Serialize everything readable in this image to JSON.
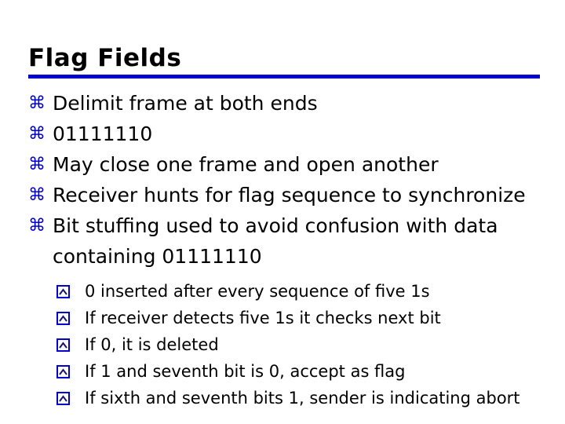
{
  "slide": {
    "title": "Flag Fields",
    "accent_color": "#0000cc",
    "text_color": "#000000",
    "background_color": "#ffffff",
    "bullet_level1_icon": "command-glyph-bullet",
    "bullet_level1_char": "⌘",
    "bullet_level2_icon": "boxed-caret-bullet",
    "bullets": [
      {
        "text": "Delimit frame at both ends"
      },
      {
        "text": "01111110"
      },
      {
        "text": "May close one frame and open another"
      },
      {
        "text": "Receiver hunts for flag sequence to synchronize"
      },
      {
        "text": "Bit stuffing used to avoid confusion with data containing 01111110"
      }
    ],
    "subbullets": [
      {
        "text": "0 inserted after every sequence of five 1s"
      },
      {
        "text": "If receiver detects five 1s it checks next bit"
      },
      {
        "text": "If 0, it is deleted"
      },
      {
        "text": "If 1 and seventh bit is 0, accept as flag"
      },
      {
        "text": "If sixth and seventh bits 1, sender is indicating abort"
      }
    ]
  }
}
